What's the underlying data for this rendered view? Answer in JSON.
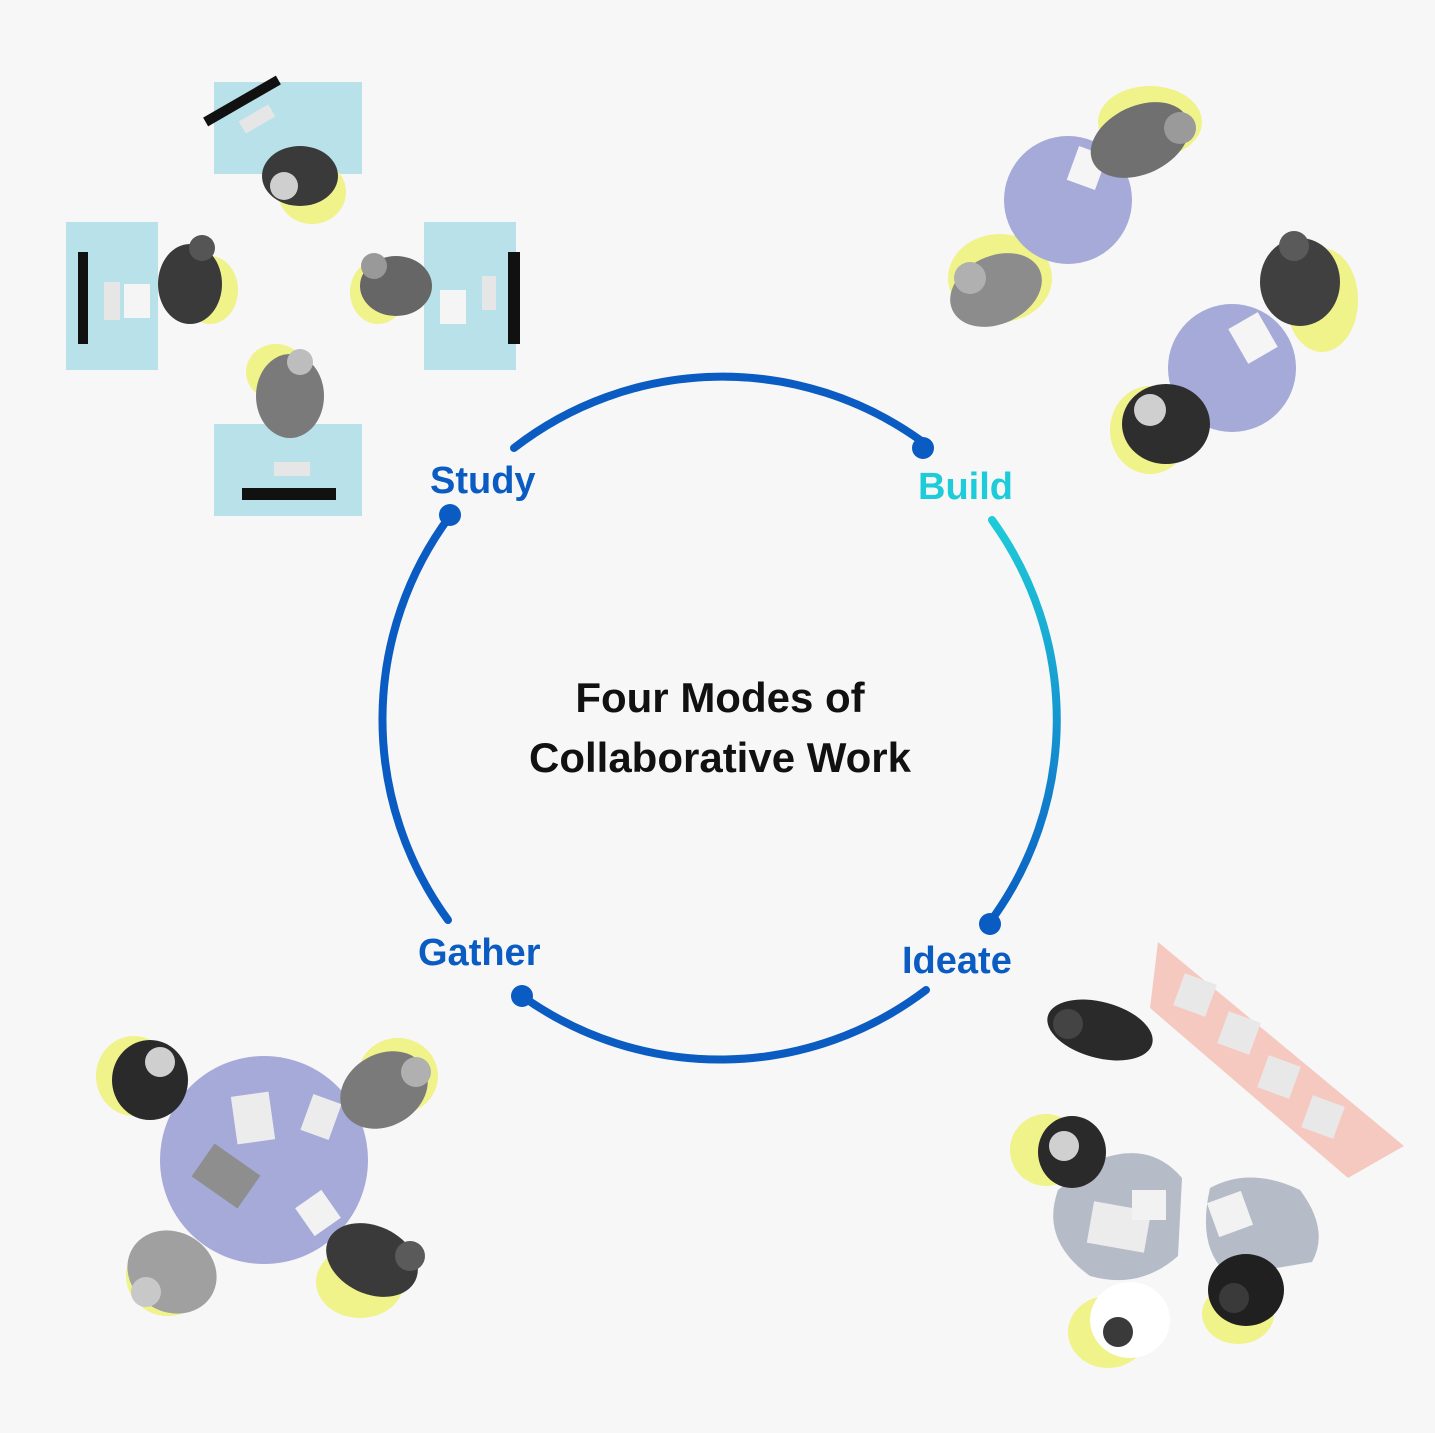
{
  "diagram": {
    "title_line1": "Four Modes of",
    "title_line2": "Collaborative Work",
    "modes": [
      {
        "label": "Study",
        "color": "#0a5cc2"
      },
      {
        "label": "Build",
        "color": "#1ecbd8"
      },
      {
        "label": "Ideate",
        "color": "#0a5cc2"
      },
      {
        "label": "Gather",
        "color": "#0a5cc2"
      }
    ],
    "colors": {
      "ring_primary": "#0a5cc2",
      "ring_accent": "#1ecbd8",
      "desk": "#b9e1ea",
      "table": "#a6aad8",
      "person_shadow": "#f0f28a",
      "board": "#f6c9c0",
      "pod": "#b6bbc8",
      "person": "#3a3a3a"
    }
  }
}
